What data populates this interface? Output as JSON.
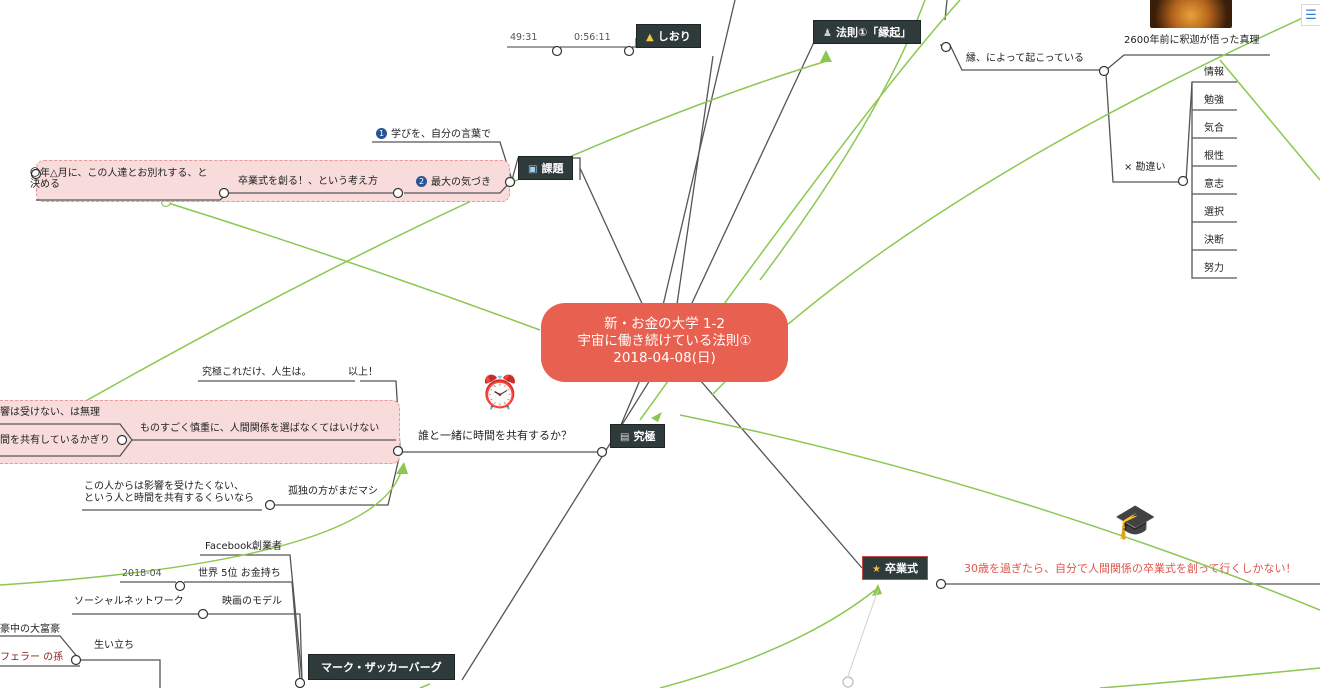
{
  "center": {
    "line1": "新・お金の大学 1-2",
    "line2": "宇宙に働き続けている法則①",
    "line3": "2018-04-08(日)"
  },
  "topics": {
    "shiori": "しおり",
    "houasoku": "法則①「縁起」",
    "kadai": "課題",
    "kyukyoku": "究極",
    "sotsugyoshiki": "卒業式",
    "zuckerberg": "マーク・ザッカーバーグ"
  },
  "shiori_times": [
    "49:31",
    "0:56:11"
  ],
  "engi": {
    "truth": "2600年前に釈迦が悟った真理",
    "cause": "縁、によって起こっている",
    "misunderstanding": "× 勘違い",
    "items": [
      "情報",
      "勉強",
      "気合",
      "根性",
      "意志",
      "選択",
      "決断",
      "努力"
    ]
  },
  "kadai": {
    "item1": "学びを、自分の言葉で",
    "item1_num": "1",
    "item2": "最大の気づき",
    "item2_num": "2",
    "idea": "卒業式を創る！、という考え方",
    "decide": "〇年△月に、この人達とお別れする、と決める"
  },
  "kyukyoku": {
    "question": "誰と一緒に時間を共有するか？",
    "ultimate": "究極これだけ、人生は。",
    "ijo": "以上！",
    "careful": "ものすごく慎重に、人間関係を選ばなくてはいけない",
    "influence": "響は受けない、は無理",
    "share": "間を共有しているかぎり",
    "no_influence": "この人からは影響を受けたくない、",
    "no_influence2": "という人と時間を共有するくらいなら",
    "alone": "孤独の方がまだマシ"
  },
  "zuckerberg": {
    "facebook": "Facebook創業者",
    "date": "2018-04",
    "rich": "世界 5位 お金持ち",
    "sns": "ソーシャルネットワーク",
    "movie": "映画のモデル",
    "upbringing": "生い立ち",
    "wealthy": "豪中の大富豪",
    "rockefeller": "フェラー の孫"
  },
  "graduation": {
    "text": "30歳を過ぎたら、自分で人間関係の卒業式を創って行くしかない！"
  },
  "colors": {
    "center": "#e8604f",
    "topic": "#2f3b3a",
    "relation": "#8cc850",
    "highlight": "#f8dcdc",
    "accent_red": "#e0554b"
  }
}
